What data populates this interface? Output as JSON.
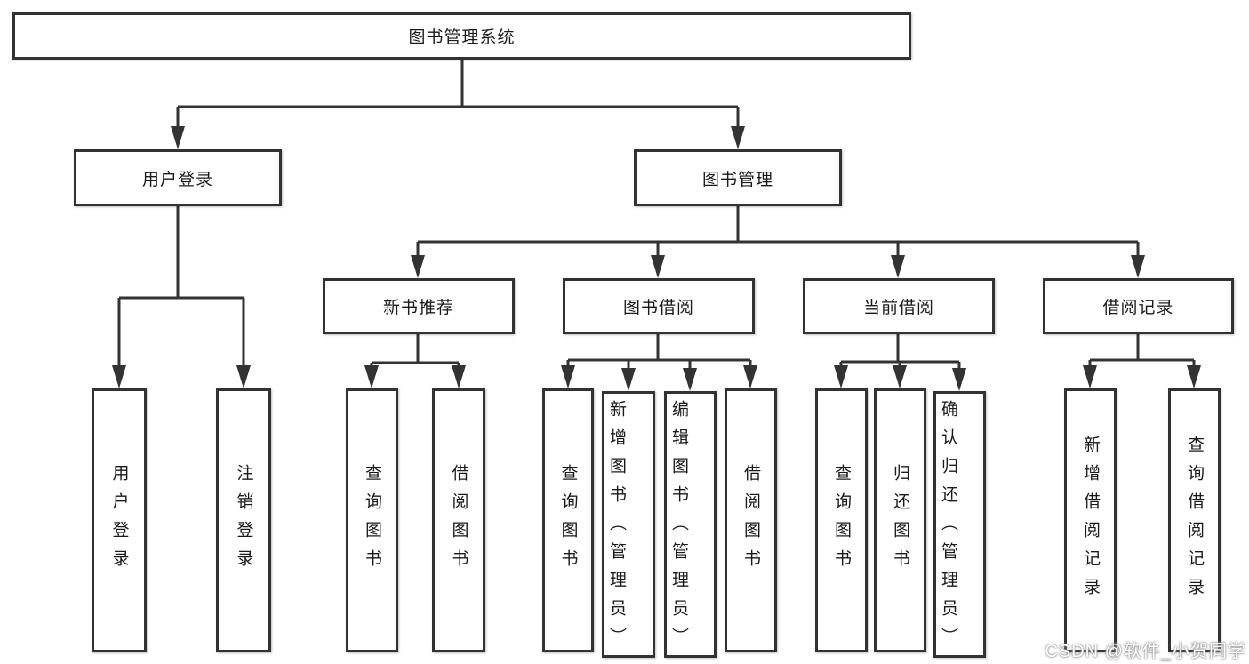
{
  "watermark": "CSDN @软件_小贺同学",
  "colors": {
    "line": "#333333",
    "box_border": "#323232",
    "text": "#1a1a1a",
    "background": "#ffffff",
    "watermark": "#ffffff"
  },
  "tree": {
    "label": "图书管理系统",
    "children": [
      {
        "label": "用户登录",
        "children": [
          {
            "label": "用户登录"
          },
          {
            "label": "注销登录"
          }
        ]
      },
      {
        "label": "图书管理",
        "children": [
          {
            "label": "新书推荐",
            "children": [
              {
                "label": "查询图书"
              },
              {
                "label": "借阅图书"
              }
            ]
          },
          {
            "label": "图书借阅",
            "children": [
              {
                "label": "查询图书"
              },
              {
                "label": "新增图书（管理员）"
              },
              {
                "label": "编辑图书（管理员）"
              },
              {
                "label": "借阅图书"
              }
            ]
          },
          {
            "label": "当前借阅",
            "children": [
              {
                "label": "查询图书"
              },
              {
                "label": "归还图书"
              },
              {
                "label": "确认归还（管理员）"
              }
            ]
          },
          {
            "label": "借阅记录",
            "children": [
              {
                "label": "新增借阅记录"
              },
              {
                "label": "查询借阅记录"
              }
            ]
          }
        ]
      }
    ]
  }
}
